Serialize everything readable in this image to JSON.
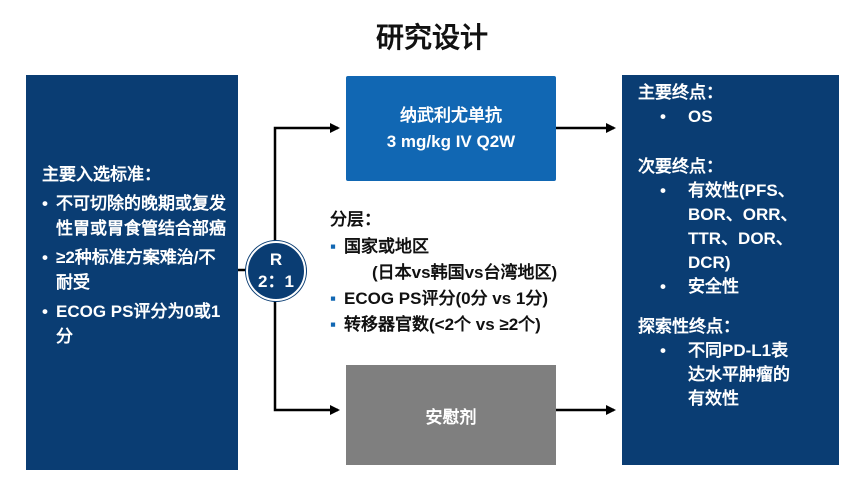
{
  "title": "研究设计",
  "inclusion": {
    "heading": "主要入选标准：",
    "items": [
      "不可切除的晚期或复发性胃或胃食管结合部癌",
      "≥2种标准方案难治/不耐受",
      "ECOG PS评分为0或1分"
    ]
  },
  "randomization": {
    "line1": "R",
    "line2": "2：1"
  },
  "arms": {
    "drug_line1": "纳武利尤单抗",
    "drug_line2": "3 mg/kg IV Q2W",
    "placebo": "安慰剂"
  },
  "stratification": {
    "heading": "分层：",
    "item1": "国家或地区",
    "item1_sub": "(日本vs韩国vs台湾地区)",
    "item2": "ECOG PS评分(0分 vs 1分)",
    "item3": "转移器官数(<2个 vs ≥2个)"
  },
  "endpoints": {
    "primary_heading": "主要终点：",
    "primary_items": [
      "OS"
    ],
    "secondary_heading": "次要终点：",
    "secondary_item1_lines": [
      "有效性(PFS、",
      "BOR、ORR、",
      "TTR、DOR、",
      "DCR)"
    ],
    "secondary_item2": "安全性",
    "exploratory_heading": "探索性终点：",
    "exploratory_item_lines": [
      "不同PD-L1表",
      "达水平肿瘤的",
      "有效性"
    ]
  },
  "colors": {
    "navy": "#0a3d73",
    "drug_blue": "#1167b3",
    "placebo_gray": "#7f7f7f"
  }
}
